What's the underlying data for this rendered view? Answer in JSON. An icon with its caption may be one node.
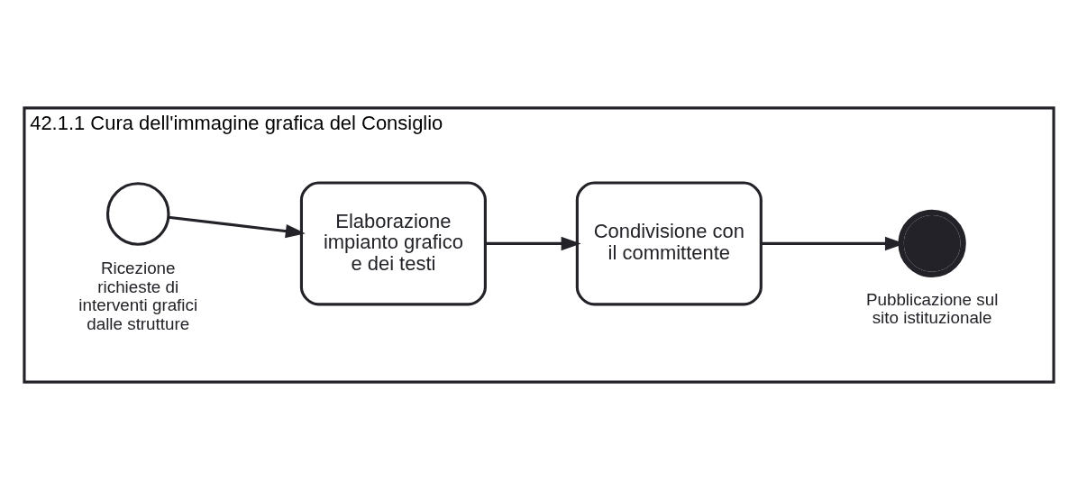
{
  "diagram": {
    "nodes": [
      {
        "text": [
          "42.1.1 Cura dell'immagine grafica del Consiglio"
        ]
      },
      {
        "text": [],
        "shape": "circle",
        "in": 0,
        "beside": [
          "Ricezione richieste di interventi grafici dalle strutture"
        ]
      },
      {
        "text": [
          "Elaborazione impianto grafico e dei testi"
        ],
        "in": 0
      },
      {
        "text": [
          "Condivisione con il committente"
        ],
        "in": 0
      },
      {
        "text": [],
        "shape": "circle",
        "in": 0,
        "beside": [
          "Pubblicazione sul sito istituzionale"
        ]
      }
    ],
    "edges": [
      {
        "from": 1,
        "to": 2,
        "arrow": "to"
      },
      {
        "from": 2,
        "to": 3,
        "arrow": "to"
      },
      {
        "from": 3,
        "to": 4,
        "arrow": "to"
      }
    ]
  }
}
